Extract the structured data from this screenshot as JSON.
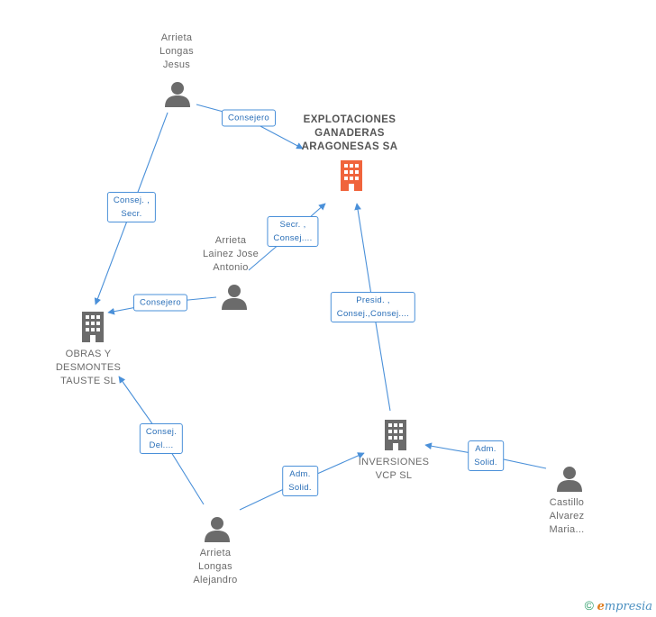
{
  "nodes": {
    "explotaciones": {
      "label": "EXPLOTACIONES\nGANADERAS\nARAGONESAS SA",
      "icon": "building-icon",
      "color": "#f0643c"
    },
    "obras": {
      "label": "OBRAS Y\nDESMONTES\nTAUSTE SL",
      "icon": "building-icon",
      "color": "#6b6b6b"
    },
    "inversiones": {
      "label": "INVERSIONES\nVCP SL",
      "icon": "building-icon",
      "color": "#6b6b6b"
    },
    "jesus": {
      "label": "Arrieta\nLongas\nJesus",
      "icon": "person-icon"
    },
    "jose_antonio": {
      "label": "Arrieta\nLainez Jose\nAntonio",
      "icon": "person-icon"
    },
    "alejandro": {
      "label": "Arrieta\nLongas\nAlejandro",
      "icon": "person-icon"
    },
    "castillo": {
      "label": "Castillo\nAlvarez\nMaria...",
      "icon": "person-icon"
    }
  },
  "edges": {
    "jesus_explotaciones": "Consejero",
    "jesus_obras": "Consej. ,\nSecr.",
    "jose_explotaciones": "Secr. ,\nConsej....",
    "jose_obras": "Consejero",
    "inversiones_explotaciones": "Presid. ,\nConsej.,Consej....",
    "alejandro_obras": "Consej.\nDel....",
    "alejandro_inversiones": "Adm.\nSolid.",
    "castillo_inversiones": "Adm.\nSolid."
  },
  "footer": {
    "symbol": "©",
    "brand_initial": "e",
    "brand_rest": "mpresia"
  },
  "colors": {
    "edge": "#4a90d9",
    "person": "#6b6b6b",
    "highlight": "#f0643c"
  }
}
